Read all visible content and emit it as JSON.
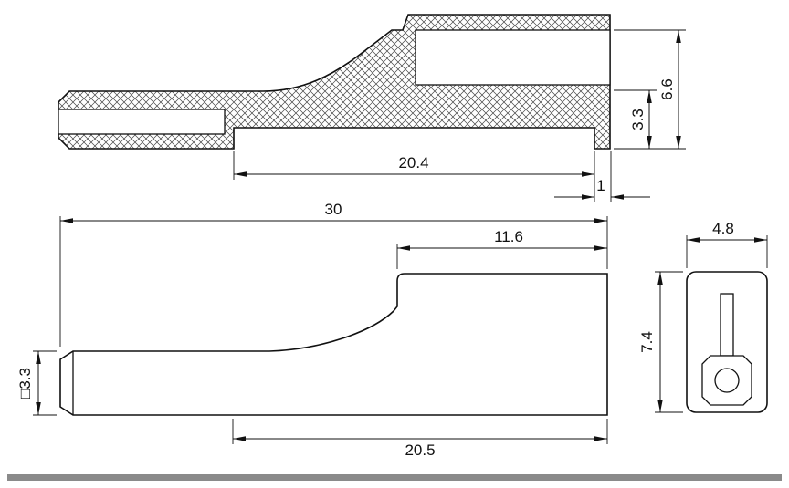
{
  "section_view": {
    "dim_recess_length": "20.4",
    "dim_lip_width": "1",
    "dim_lower_height": "3.3",
    "dim_overall_height": "6.6"
  },
  "side_view": {
    "dim_overall_length": "30",
    "dim_top_length": "11.6",
    "dim_square_size": "□3.3",
    "dim_bottom_length": "20.5"
  },
  "end_view": {
    "dim_width": "4.8",
    "dim_height": "7.4"
  },
  "colors": {
    "line": "#111111",
    "hatch": "#444444",
    "divider": "#8a8a8a",
    "background": "#ffffff"
  }
}
